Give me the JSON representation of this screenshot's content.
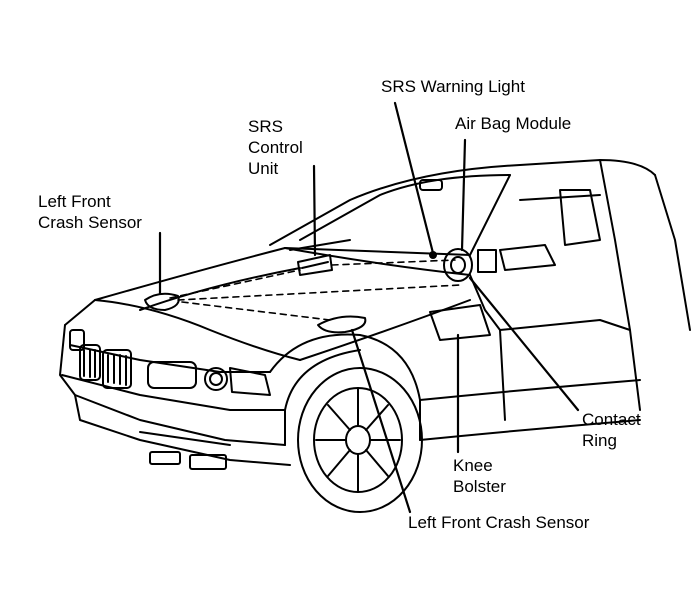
{
  "labels": {
    "srs_warning_light": "SRS Warning Light",
    "air_bag_module": "Air Bag Module",
    "srs_control_unit": [
      "SRS",
      "Control",
      "Unit"
    ],
    "left_front_crash_sensor_upper": [
      "Left Front",
      "Crash Sensor"
    ],
    "contact_ring": [
      "Contact",
      "Ring"
    ],
    "knee_bolster": [
      "Knee",
      "Bolster"
    ],
    "left_front_crash_sensor_lower": "Left Front Crash Sensor"
  },
  "colors": {
    "ink": "#000000",
    "paper": "#ffffff"
  }
}
